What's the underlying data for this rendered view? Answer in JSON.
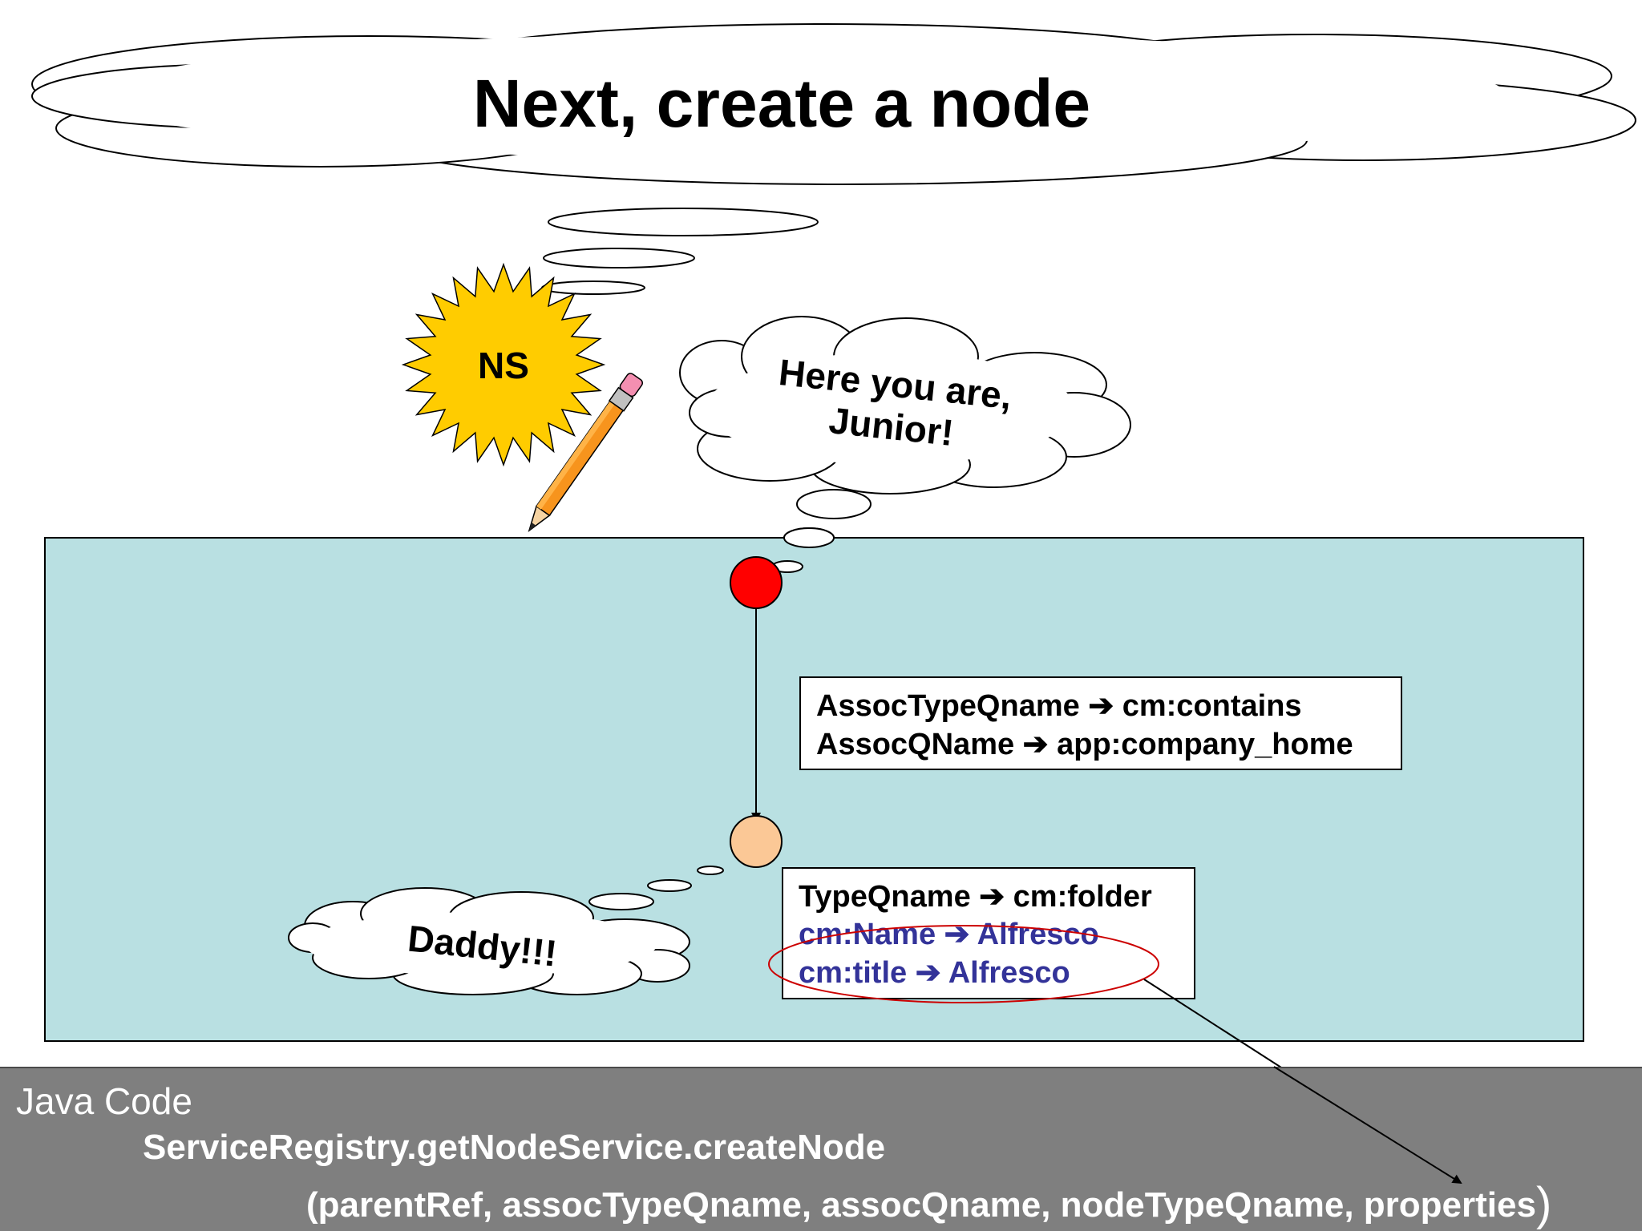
{
  "title": "Next, create a node",
  "ns_badge": "NS",
  "parent_bubble": [
    "Here you are,",
    "Junior!"
  ],
  "child_bubble": "Daddy!!!",
  "assoc_box": {
    "line1": {
      "key": "AssocTypeQname",
      "value": "cm:contains"
    },
    "line2": {
      "key": "AssocQName",
      "value": "app:company_home"
    }
  },
  "type_box": {
    "line1": {
      "key": "TypeQname",
      "value": "cm:folder"
    },
    "line2": {
      "key": "cm:Name",
      "value": "Alfresco"
    },
    "line3": {
      "key": "cm:title",
      "value": "Alfresco"
    }
  },
  "java": {
    "title": "Java Code",
    "call": "ServiceRegistry.getNodeService.createNode",
    "args": "(parentRef, assocTypeQname, assocQname, nodeTypeQname, properties",
    "close_paren": ")"
  },
  "colors": {
    "canvas": "#b9e0e2",
    "parent_node": "#ff0000",
    "child_node": "#fbc896",
    "sun": "#ffcc00",
    "property_text": "#333399",
    "highlight_ellipse": "#cc0000",
    "java_panel": "#7f7f7f"
  }
}
